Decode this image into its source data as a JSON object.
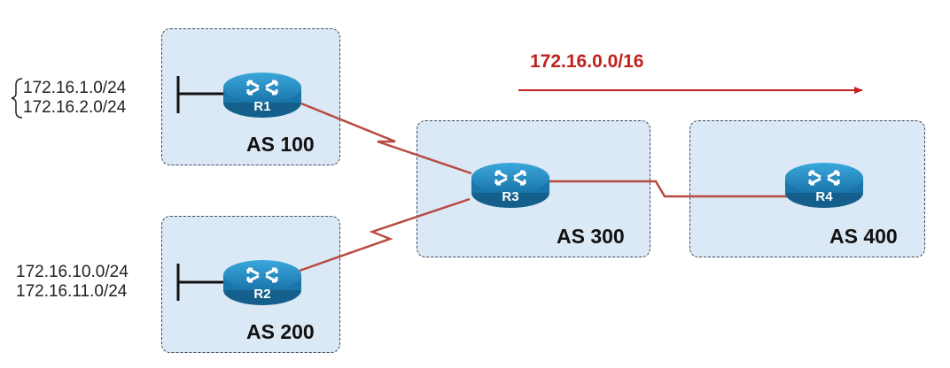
{
  "autonomous_systems": [
    {
      "id": "as100",
      "label": "AS 100"
    },
    {
      "id": "as200",
      "label": "AS 200"
    },
    {
      "id": "as300",
      "label": "AS 300"
    },
    {
      "id": "as400",
      "label": "AS 400"
    }
  ],
  "routers": [
    {
      "id": "r1",
      "label": "R1"
    },
    {
      "id": "r2",
      "label": "R2"
    },
    {
      "id": "r3",
      "label": "R3"
    },
    {
      "id": "r4",
      "label": "R4"
    }
  ],
  "networks": {
    "r1": [
      "172.16.1.0/24",
      "172.16.2.0/24"
    ],
    "r2": [
      "172.16.10.0/24",
      "172.16.11.0/24"
    ]
  },
  "summary_route": {
    "label": "172.16.0.0/16",
    "color": "#c0221f"
  },
  "colors": {
    "as_fill": "#dbe8f5",
    "router": "#1f8fc8",
    "link": "#b84a42"
  }
}
